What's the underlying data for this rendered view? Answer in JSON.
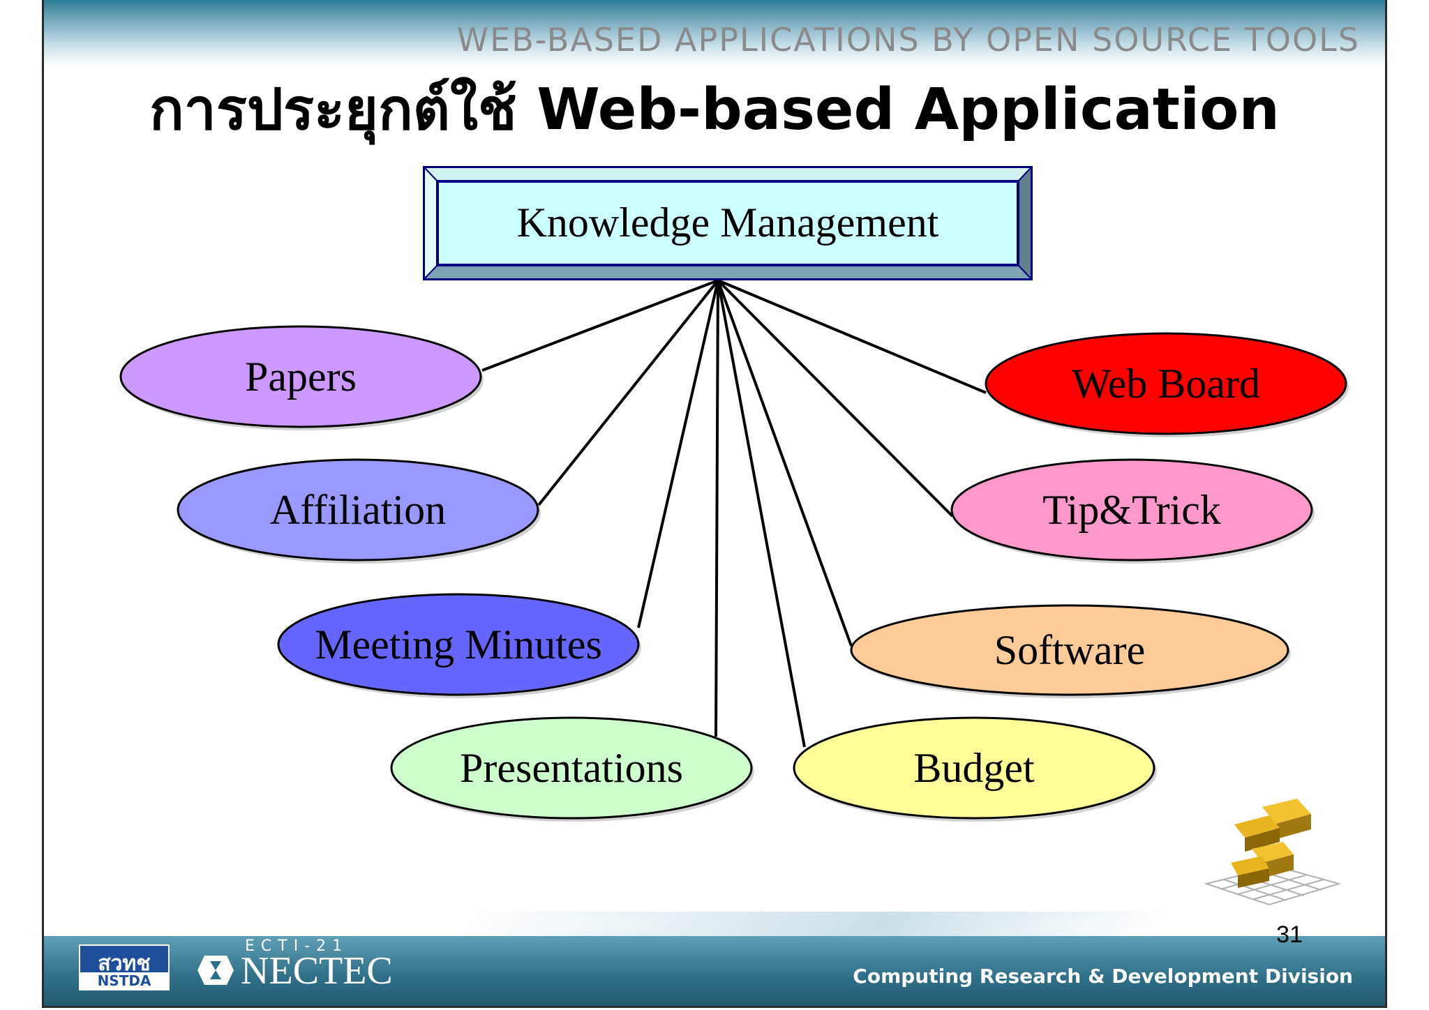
{
  "header": {
    "tagline": "WEB-BASED APPLICATIONS BY OPEN SOURCE TOOLS",
    "title": "การประยุกต์ใช้ Web-based Application"
  },
  "diagram": {
    "root": "Knowledge Management",
    "nodes": [
      {
        "label": "Papers",
        "fill": "#cc99ff"
      },
      {
        "label": "Affiliation",
        "fill": "#9999ff"
      },
      {
        "label": "Meeting Minutes",
        "fill": "#6666ff"
      },
      {
        "label": "Presentations",
        "fill": "#ccffcc"
      },
      {
        "label": "Budget",
        "fill": "#ffff99"
      },
      {
        "label": "Software",
        "fill": "#ffcc99"
      },
      {
        "label": "Tip&Trick",
        "fill": "#ff99cc"
      },
      {
        "label": "Web Board",
        "fill": "#ff0000"
      }
    ]
  },
  "footer": {
    "division": "Computing Research & Development Division",
    "page_number": "31",
    "nstda_logo_thai": "สวทช",
    "nstda_logo_text": "NSTDA",
    "nectec_logo_small": "ECTI-21",
    "nectec_logo_name": "NECTEC"
  },
  "colors": {
    "root_fill": "#ccffff",
    "root_border": "#000080",
    "footer_band": "#2e6f88"
  }
}
